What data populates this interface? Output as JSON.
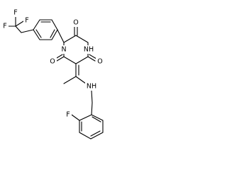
{
  "atoms": {
    "fluorine_1": "F",
    "fluorine_2": "F",
    "fluorine_3": "F",
    "fluorine_aryl": "F",
    "ring_nitrogen": "N",
    "imide_nh": "NH",
    "amine_nh": "NH",
    "carbonyl_oxygen_top": "O",
    "carbonyl_oxygen_left": "O",
    "carbonyl_oxygen_right": "O"
  }
}
